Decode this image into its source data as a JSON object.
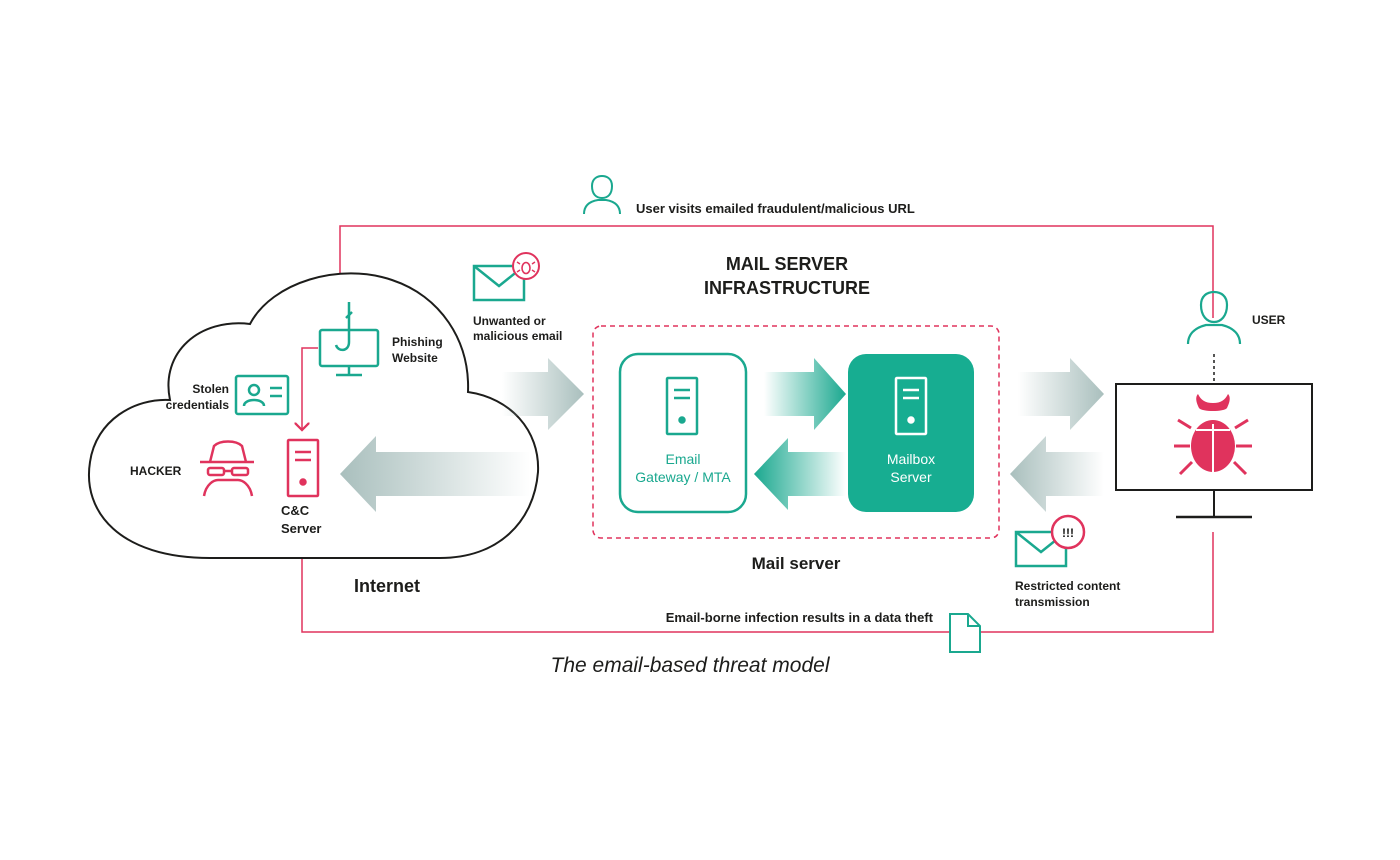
{
  "colors": {
    "teal": "#1aa88f",
    "teal_fill": "#17ad91",
    "red": "#e0335d",
    "dark": "#1d1d1b",
    "arrow_gray": "#a9bfbd"
  },
  "icons": {
    "user_top": "user-icon",
    "user_right": "user-icon",
    "fishing_monitor": "phishing-monitor-icon",
    "credentials": "id-card-icon",
    "hacker": "hacker-spy-icon",
    "cc_server": "server-icon",
    "email_malicious": "envelope-with-bug-icon",
    "gateway_server": "server-icon",
    "mailbox_server": "server-icon",
    "user_monitor": "monitor-icon",
    "bug": "bug-icon",
    "email_restricted": "envelope-with-alert-icon",
    "stolen_document": "document-icon"
  },
  "labels": {
    "top_flow": "User visits emailed fraudulent/malicious URL",
    "infra_title_1": "MAIL SERVER",
    "infra_title_2": "INFRASTRUCTURE",
    "unwanted_1": "Unwanted or",
    "unwanted_2": "malicious email",
    "phishing_1": "Phishing",
    "phishing_2": "Website",
    "stolen_1": "Stolen",
    "stolen_2": "credentials",
    "hacker": "HACKER",
    "cc_1": "C&C",
    "cc_2": "Server",
    "internet": "Internet",
    "gateway_1": "Email",
    "gateway_2": "Gateway / MTA",
    "mailbox_1": "Mailbox",
    "mailbox_2": "Server",
    "mail_server": "Mail server",
    "user": "USER",
    "restricted_1": "Restricted content",
    "restricted_2": "transmission",
    "alert_mark": "!!!",
    "bottom_flow": "Email-borne infection results in a data theft",
    "caption": "The email-based threat model"
  }
}
